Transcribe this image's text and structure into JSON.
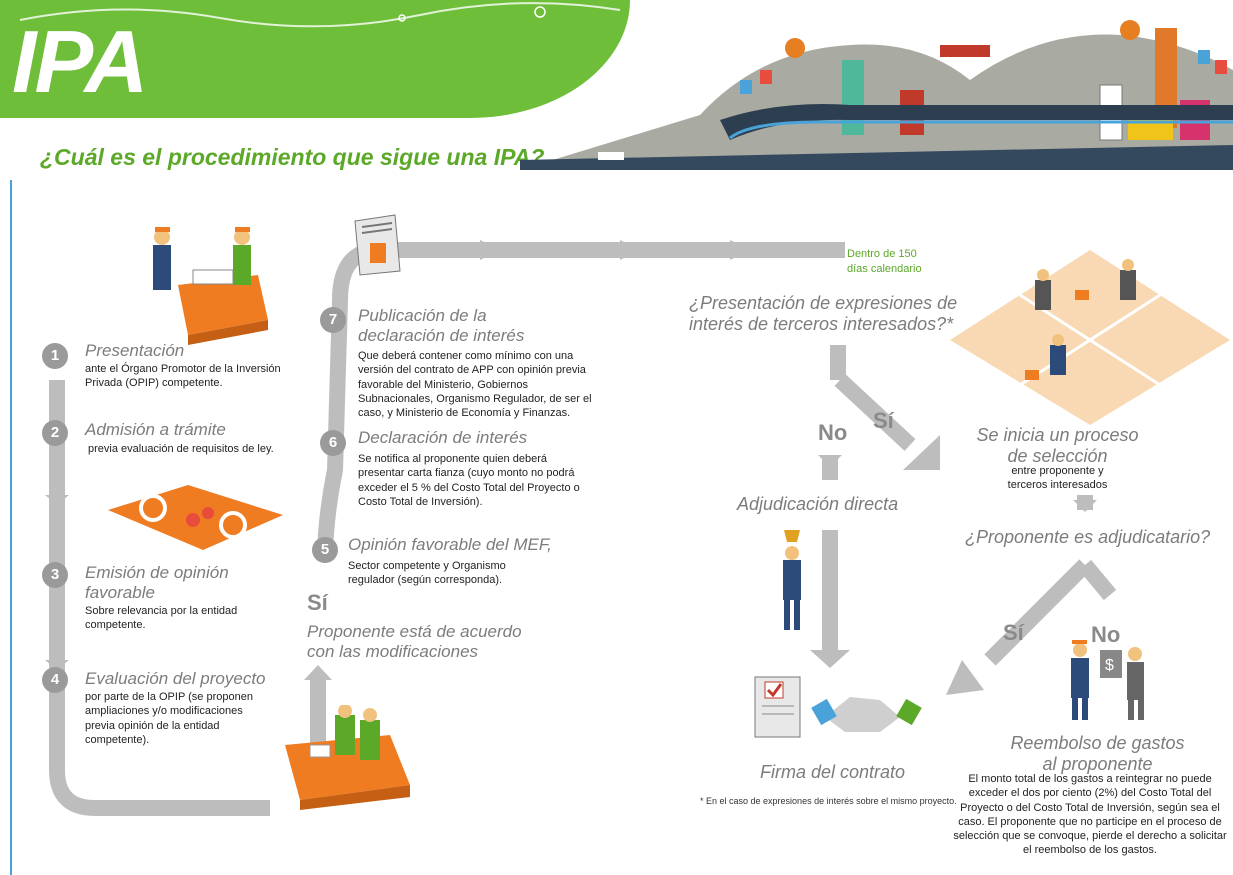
{
  "header": {
    "logo_text": "IPA",
    "question": "¿Cuál es el procedimiento que sigue una IPA?"
  },
  "steps": [
    {
      "num": "1",
      "title": "Presentación",
      "desc": "ante el Órgano Promotor de la Inversión Privada (OPIP) competente."
    },
    {
      "num": "2",
      "title": "Admisión a trámite",
      "desc": "previa evaluación de requisitos de ley."
    },
    {
      "num": "3",
      "title": "Emisión de opinión favorable",
      "desc": "Sobre relevancia por la entidad competente."
    },
    {
      "num": "4",
      "title": "Evaluación del proyecto",
      "desc": "por parte de la OPIP (se proponen ampliaciones y/o modificaciones previa opinión de la entidad competente)."
    },
    {
      "num": "5",
      "title": "Opinión favorable del MEF,",
      "desc": "Sector competente y Organismo regulador (según corresponda)."
    },
    {
      "num": "6",
      "title": "Declaración de interés",
      "desc": "Se notifica al proponente quien deberá presentar carta fianza (cuyo monto no podrá exceder el 5 % del Costo Total del Proyecto o Costo Total de Inversión)."
    },
    {
      "num": "7",
      "title": "Publicación de la declaración de interés",
      "desc": "Que deberá contener como mínimo con una versión del contrato de APP con opinión previa favorable del Ministerio, Gobiernos Subnacionales, Organismo Regulador, de ser el caso, y Ministerio de Economía y Finanzas."
    }
  ],
  "agree": {
    "yes": "Sí",
    "text": "Proponente está de acuerdo con las modificaciones"
  },
  "timeline": {
    "within": "Dentro de 150 días calendario"
  },
  "third_party": {
    "question": "¿Presentación de expresiones de interés de terceros interesados?*",
    "no": "No",
    "yes": "Sí"
  },
  "direct": {
    "title": "Adjudicación directa"
  },
  "selection": {
    "title": "Se inicia un proceso de selección",
    "desc": "entre proponente y terceros interesados"
  },
  "awardee": {
    "question": "¿Proponente es adjudicatario?",
    "yes": "Sí",
    "no": "No"
  },
  "contract": {
    "title": "Firma del contrato",
    "note": "* En el caso de expresiones de interés sobre el mismo proyecto."
  },
  "refund": {
    "title": "Reembolso de gastos al proponente",
    "desc": "El monto total de los gastos a reintegrar no puede exceder el dos por ciento (2%) del Costo Total del Proyecto o del Costo Total de Inversión, según sea el caso. El proponente que no participe en el proceso de selección que se convoque, pierde el derecho a solicitar el reembolso de los gastos."
  },
  "colors": {
    "green": "#6fbe3a",
    "gray": "#b4b4b4",
    "orange": "#f07c22"
  }
}
